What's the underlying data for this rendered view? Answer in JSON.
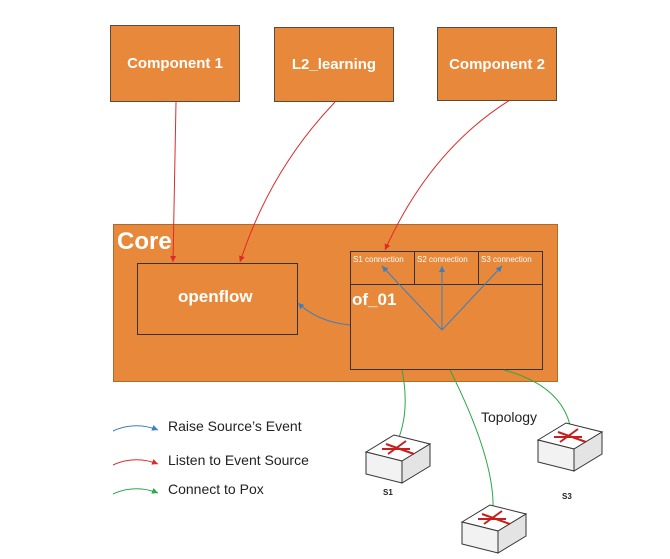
{
  "components": {
    "c1": "Component 1",
    "l2": "L2_learning",
    "c2": "Component 2"
  },
  "core": {
    "label": "Core",
    "openflow": "openflow",
    "of01": "of_01",
    "connections": [
      "S1 connection",
      "S2 connection",
      "S3 connection"
    ]
  },
  "legend": {
    "raise": "Raise Source’s Event",
    "listen": "Listen to Event Source",
    "connect": "Connect to Pox"
  },
  "topology_label": "Topology",
  "switches": [
    "S1",
    "S3"
  ],
  "colors": {
    "box": "#e8883a",
    "raise": "#3a7fc1",
    "listen": "#e02a2a",
    "connect": "#2aa84a"
  }
}
